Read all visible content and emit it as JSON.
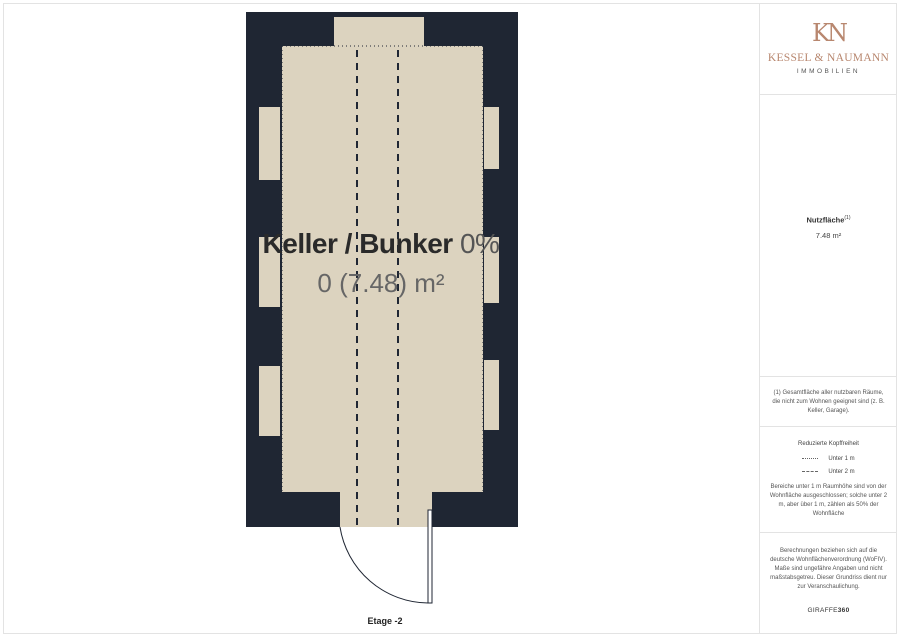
{
  "plan": {
    "room_name": "Keller / Bunker",
    "room_pct": "0%",
    "room_area": "0 (7.48) m²",
    "floor": "Etage -2",
    "colors": {
      "wall": "#1f2633",
      "floor": "#dcd3bf",
      "line": "#1f2633"
    }
  },
  "sidebar": {
    "logo_mark": "KN",
    "logo_name": "KESSEL & NAUMANN",
    "logo_sub": "IMMOBILIEN",
    "area_label": "Nutzfläche",
    "area_sup": "(1)",
    "area_value": "7.48 m²",
    "footnote": "(1) Gesamtfläche aller nutzbaren Räume, die nicht zum Wohnen geeignet sind (z. B. Keller, Garage).",
    "headroom_title": "Reduzierte Kopffreiheit",
    "legend_under_1": "Unter 1 m",
    "legend_under_2": "Unter 2 m",
    "headroom_text": "Bereiche unter 1 m Raumhöhe sind von der Wohnfläche ausgeschlossen; solche unter 2 m, aber über 1 m, zählen als 50% der Wohnfläche",
    "calc_text": "Berechnungen beziehen sich auf die deutsche Wohnflächenverordnung (WoFIV). Maße sind ungefähre Angaben und nicht maßstabsgetreu. Dieser Grundriss dient nur zur Veranschaulichung.",
    "brand_pre": "GIRAFFE",
    "brand_post": "360",
    "accent_color": "#b8876f"
  }
}
